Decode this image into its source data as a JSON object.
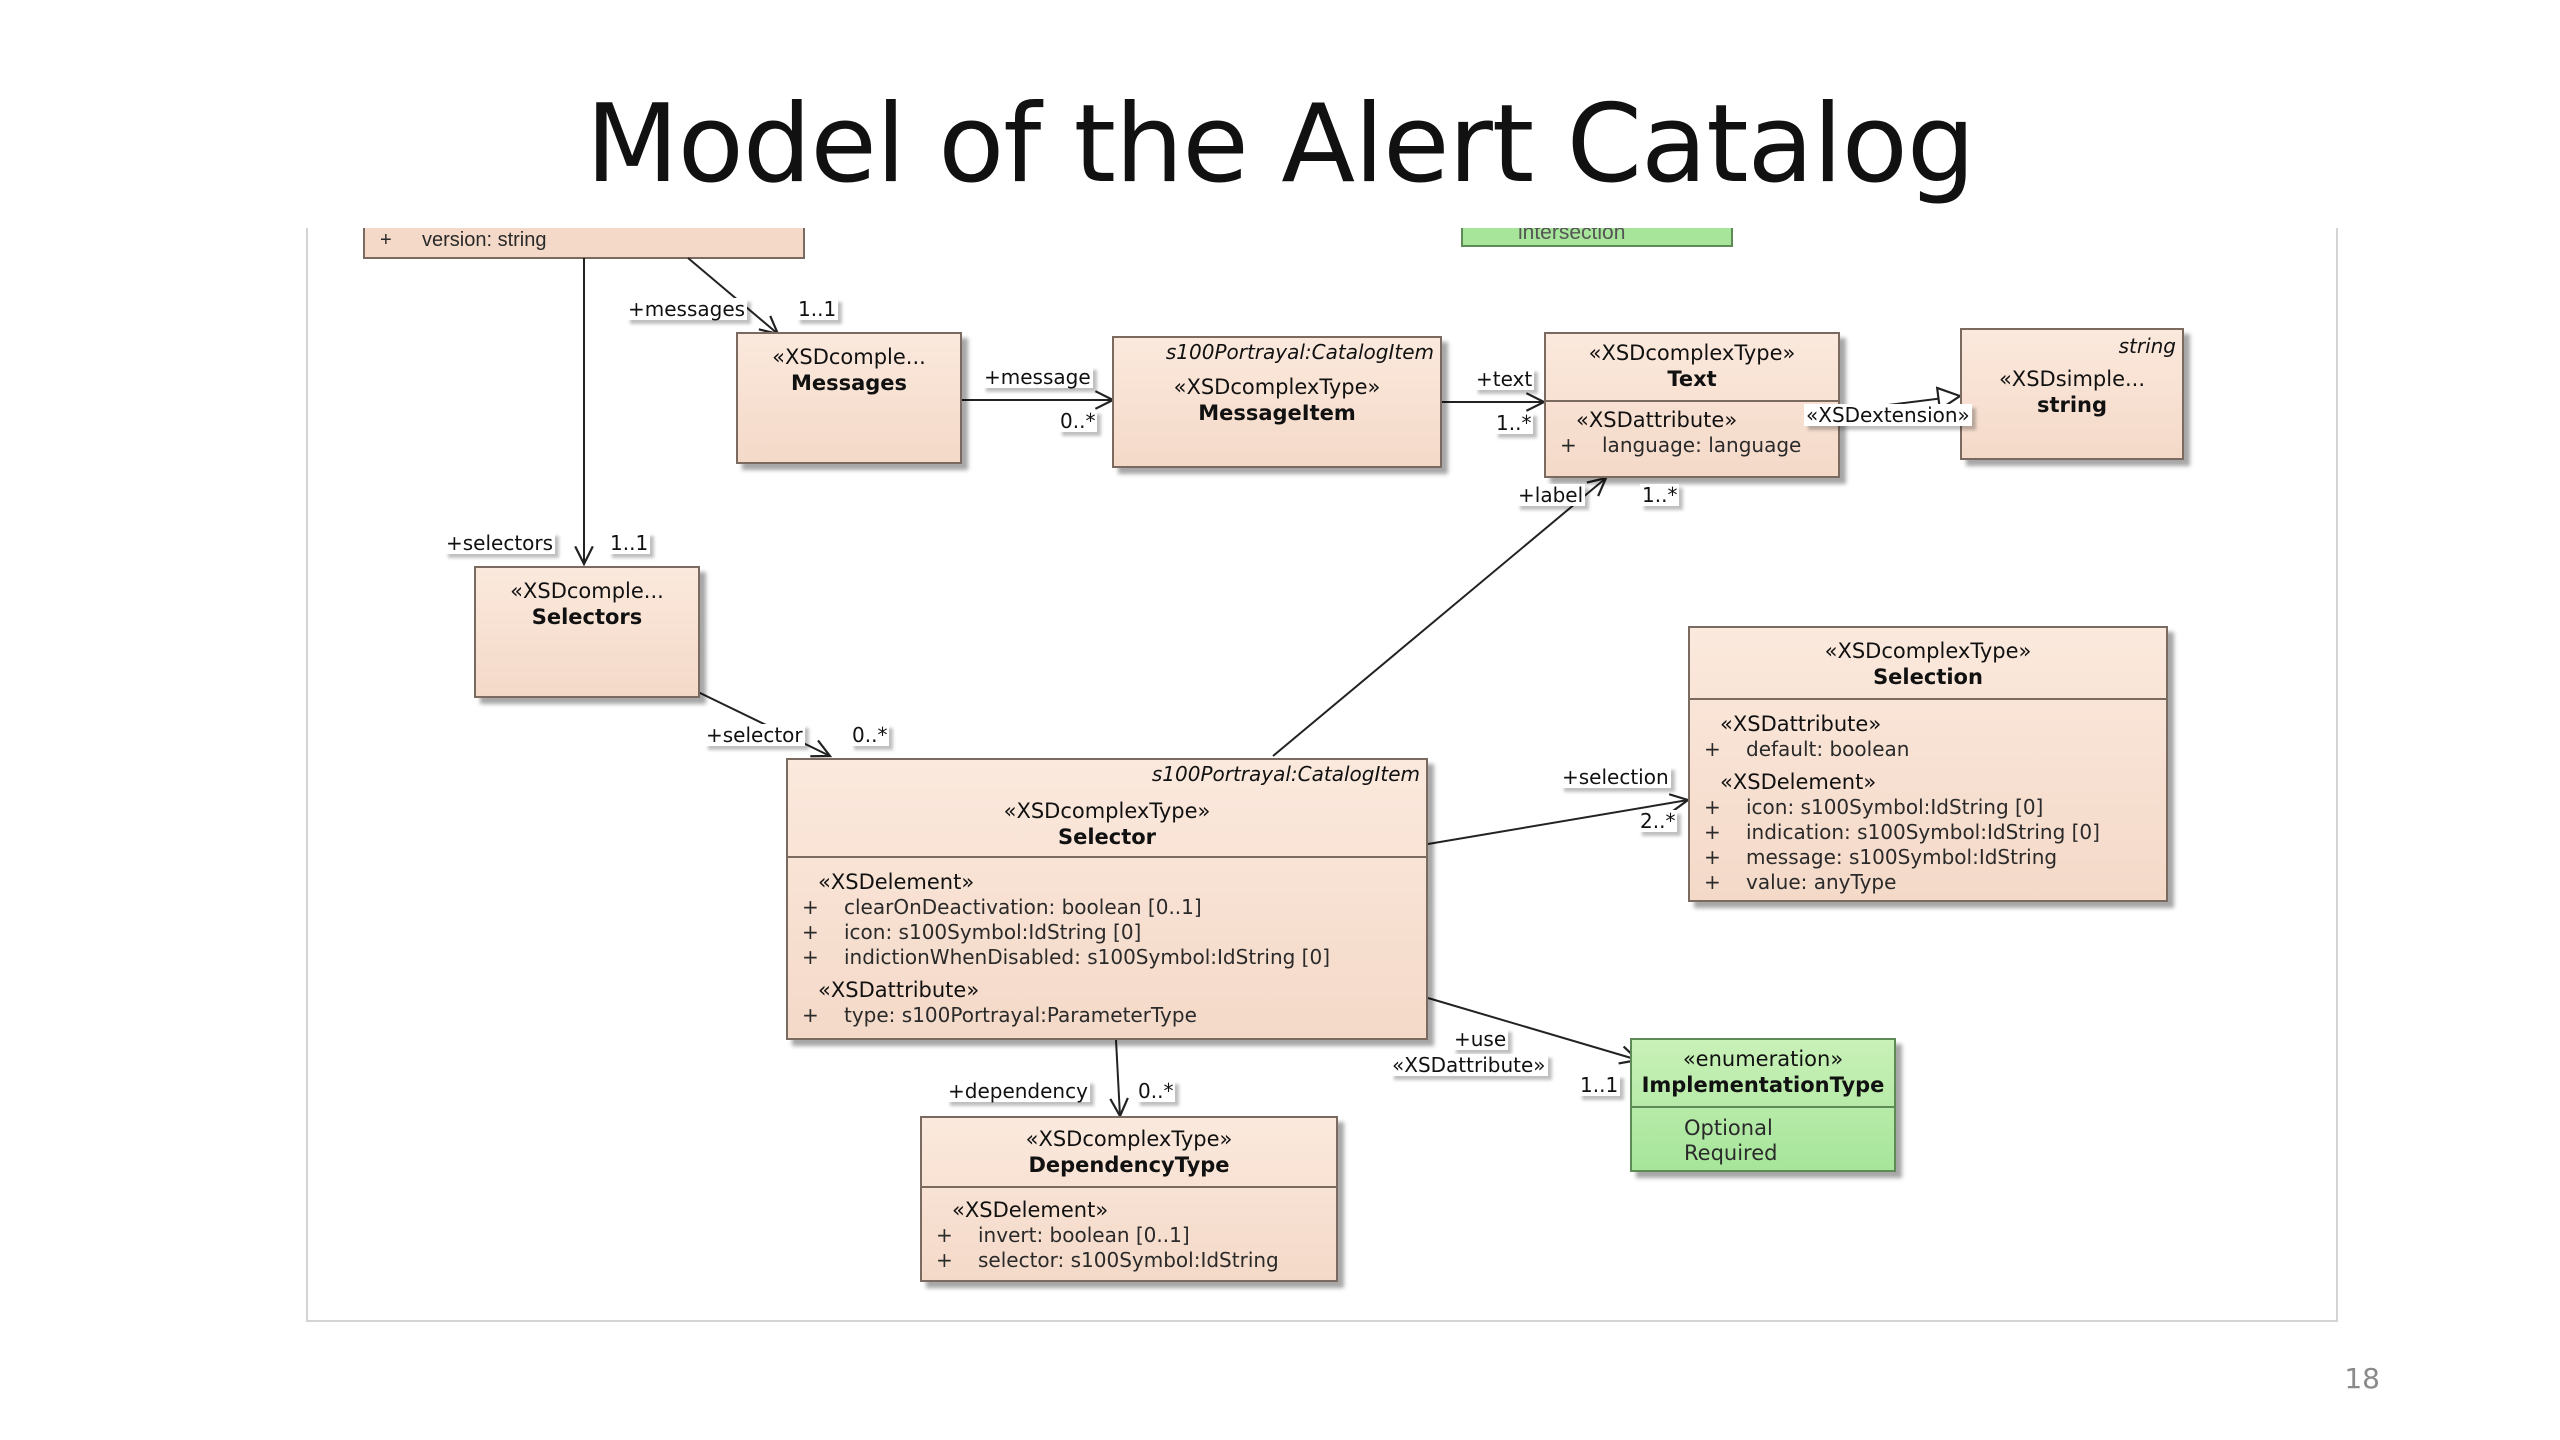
{
  "slide": {
    "title": "Model of the Alert Catalog",
    "page_number": "18"
  },
  "partial_top": {
    "left_attr_plus": "+",
    "left_attr": "version: string",
    "right_text": "intersection"
  },
  "classes": {
    "messages": {
      "stereotype": "«XSDcomple...",
      "name": "Messages"
    },
    "message_item": {
      "tagged": "s100Portrayal:CatalogItem",
      "stereotype": "«XSDcomplexType»",
      "name": "MessageItem"
    },
    "text": {
      "stereotype": "«XSDcomplexType»",
      "name": "Text",
      "section": "«XSDattribute»",
      "attrs": [
        "language: language"
      ]
    },
    "string": {
      "tagged": "string",
      "stereotype": "«XSDsimple...",
      "name": "string"
    },
    "selectors": {
      "stereotype": "«XSDcomple...",
      "name": "Selectors"
    },
    "selection": {
      "stereotype": "«XSDcomplexType»",
      "name": "Selection",
      "section1": "«XSDattribute»",
      "attrs1": [
        "default: boolean"
      ],
      "section2": "«XSDelement»",
      "attrs2": [
        "icon: s100Symbol:IdString [0]",
        "indication: s100Symbol:IdString [0]",
        "message: s100Symbol:IdString",
        "value: anyType"
      ]
    },
    "selector": {
      "tagged": "s100Portrayal:CatalogItem",
      "stereotype": "«XSDcomplexType»",
      "name": "Selector",
      "section1": "«XSDelement»",
      "attrs1": [
        "clearOnDeactivation: boolean [0..1]",
        "icon: s100Symbol:IdString [0]",
        "indictionWhenDisabled: s100Symbol:IdString [0]"
      ],
      "section2": "«XSDattribute»",
      "attrs2": [
        "type: s100Portrayal:ParameterType"
      ]
    },
    "dependency_type": {
      "stereotype": "«XSDcomplexType»",
      "name": "DependencyType",
      "section": "«XSDelement»",
      "attrs": [
        "invert: boolean [0..1]",
        "selector: s100Symbol:IdString"
      ]
    },
    "implementation_type": {
      "stereotype": "«enumeration»",
      "name": "ImplementationType",
      "literals": [
        "Optional",
        "Required"
      ]
    }
  },
  "labels": {
    "messages_role": "+messages",
    "messages_mult": "1..1",
    "message_role": "+message",
    "message_mult": "0..*",
    "text_role": "+text",
    "text_mult": "1..*",
    "extension": "«XSDextension»",
    "label_role": "+label",
    "label_mult": "1..*",
    "selectors_role": "+selectors",
    "selectors_mult": "1..1",
    "selector_role": "+selector",
    "selector_mult": "0..*",
    "selection_role": "+selection",
    "selection_mult": "2..*",
    "use_role": "+use",
    "use_stereo": "«XSDattribute»",
    "use_mult": "1..1",
    "dependency_role": "+dependency",
    "dependency_mult": "0..*"
  },
  "colors": {
    "class_fill": "#f4d9c8",
    "enum_fill": "#a6e59a",
    "border": "#7a6a60"
  }
}
